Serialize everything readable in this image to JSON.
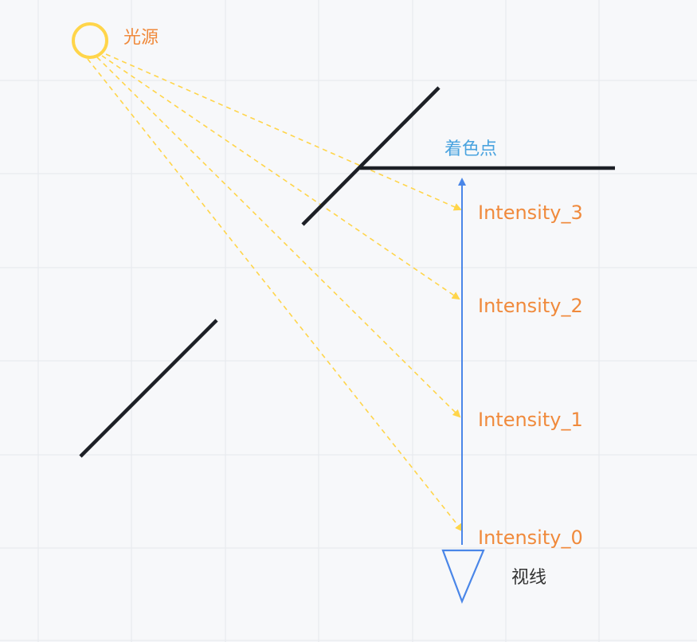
{
  "labels": {
    "light_source": "光源",
    "shading_point": "着色点",
    "intensity_3": "Intensity_3",
    "intensity_2": "Intensity_2",
    "intensity_1": "Intensity_1",
    "intensity_0": "Intensity_0",
    "view_line": "视线"
  },
  "colors": {
    "background": "#f7f8fa",
    "grid": "#e6e8ec",
    "light_circle": "#ffd54a",
    "light_rays": "#ffd54a",
    "surface": "#1d2026",
    "view_ray": "#4a86e8",
    "orange_text": "#f08a3c",
    "blue_text": "#4aa3df",
    "dark_text": "#333333"
  }
}
